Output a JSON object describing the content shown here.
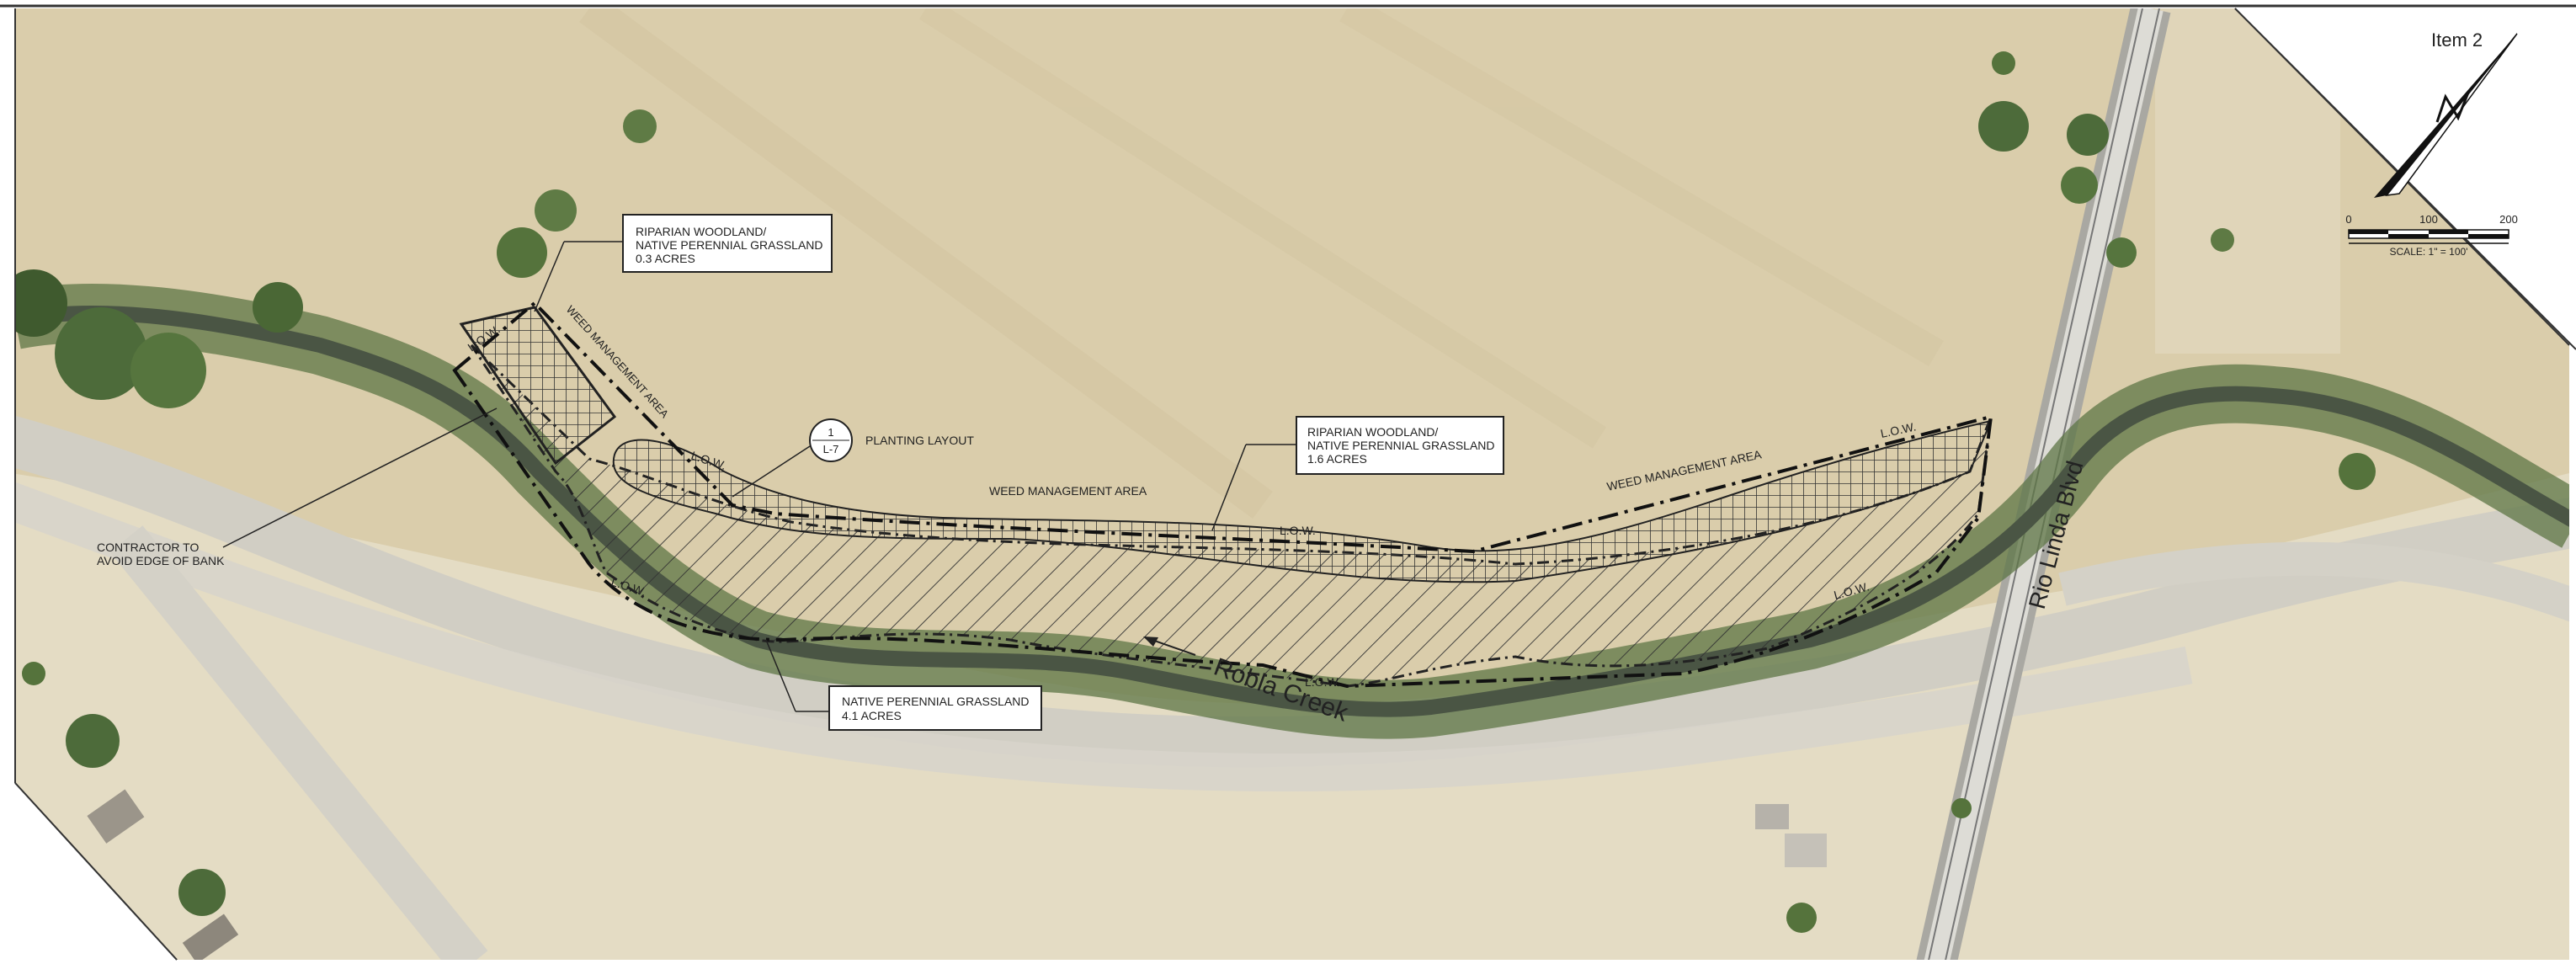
{
  "sheet": {
    "item_label": "Item 2"
  },
  "scale_bar": {
    "ticks": [
      "0",
      "100",
      "200"
    ],
    "text": "SCALE: 1\" = 100'"
  },
  "callouts": {
    "riparian_small": {
      "line1": "RIPARIAN WOODLAND/",
      "line2": "NATIVE PERENNIAL GRASSLAND",
      "line3": "0.3 ACRES"
    },
    "riparian_large": {
      "line1": "RIPARIAN WOODLAND/",
      "line2": "NATIVE PERENNIAL GRASSLAND",
      "line3": "1.6 ACRES"
    },
    "native_grassland": {
      "line1": "NATIVE PERENNIAL GRASSLAND",
      "line2": "4.1 ACRES"
    },
    "contractor_note": {
      "line1": "CONTRACTOR TO",
      "line2": "AVOID EDGE OF BANK"
    },
    "planting_detail": {
      "number": "1",
      "sheet": "L-7",
      "label": "PLANTING LAYOUT"
    }
  },
  "labels": {
    "weed_area_diag": "WEED MANAGEMENT AREA",
    "weed_area_mid": "WEED MANAGEMENT AREA",
    "weed_area_right": "WEED MANAGEMENT AREA",
    "low": "L.O.W.",
    "creek": "Robla Creek",
    "road": "Rio Linda Blvd"
  },
  "colors": {
    "field": "#d9ccab",
    "field_light": "#e2d8bd",
    "road": "#d4d1c7",
    "creek": "#4f5a48",
    "vegetation": "#4d6b3a"
  }
}
